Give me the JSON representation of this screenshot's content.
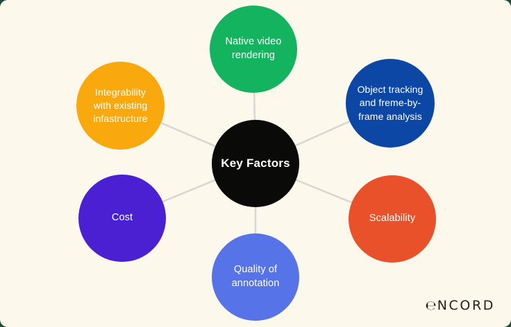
{
  "card": {
    "background": "#FCF8EC",
    "outer_background": "#1E4B3A"
  },
  "diagram": {
    "center": {
      "label": "Key Factors",
      "color": "#0A0A08",
      "text_color": "#FFFFFF"
    },
    "connector_color": "#D7D6D1",
    "nodes": [
      {
        "id": "native-video-rendering",
        "label": "Native video rendering",
        "lines": [
          "Native video",
          "rendering"
        ],
        "color": "#13B35F"
      },
      {
        "id": "object-tracking",
        "label": "Object tracking and freme-by-frame analysis",
        "lines": [
          "Object tracking",
          "and freme-by-",
          "frame analysis"
        ],
        "color": "#0C47A6"
      },
      {
        "id": "integrability",
        "label": "Integrability with existing infastructure",
        "lines": [
          "Integrability",
          "with existing",
          "infastructure"
        ],
        "color": "#F9A80D"
      },
      {
        "id": "cost",
        "label": "Cost",
        "lines": [
          "Cost"
        ],
        "color": "#4B20D2"
      },
      {
        "id": "scalability",
        "label": "Scalability",
        "lines": [
          "Scalability"
        ],
        "color": "#E85129"
      },
      {
        "id": "quality-of-annotation",
        "label": "Quality of annotation",
        "lines": [
          "Quality of",
          "annotation"
        ],
        "color": "#5674E8"
      }
    ]
  },
  "logo": {
    "e": "℮",
    "rest": "NCORD",
    "color": "#23231C"
  }
}
